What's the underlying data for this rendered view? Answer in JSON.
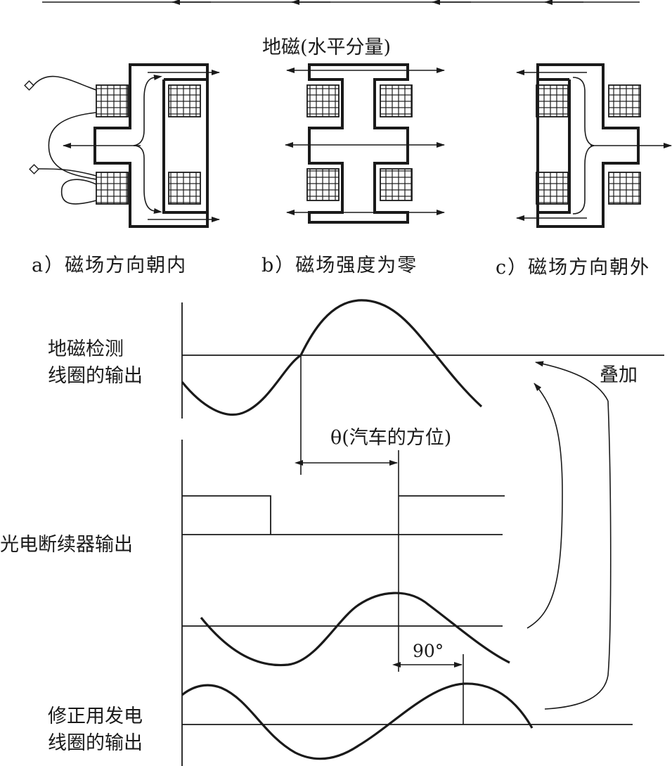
{
  "top_label": "地磁(水平分量)",
  "captions": {
    "a": "a）磁场方向朝内",
    "b": "b）磁场强度为零",
    "c": "c）磁场方向朝外"
  },
  "signals": {
    "geomag_coil_output": "地磁检测\n线圈的输出",
    "superposition": "叠加",
    "theta_label": "θ(汽车的方位)",
    "photo_interrupter_output": "光电断续器输出",
    "phase_label": "90°",
    "correction_coil_output": "修正用发电\n线圈的输出"
  }
}
